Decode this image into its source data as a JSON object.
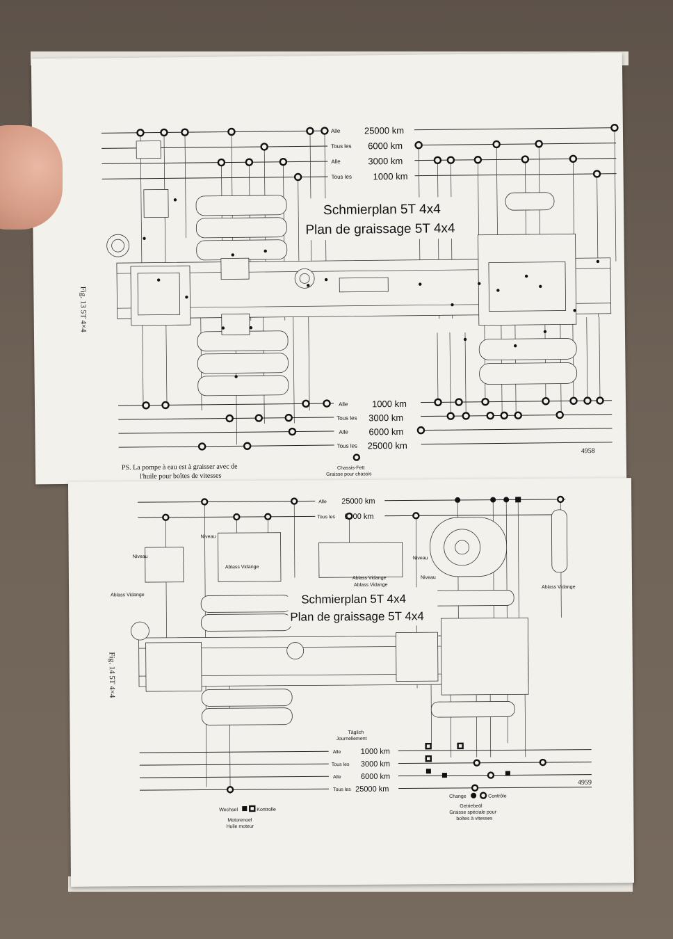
{
  "top_page": {
    "title_de": "Schmierplan 5T 4x4",
    "title_fr": "Plan de graissage 5T 4x4",
    "fig_label": "Fig. 13   5T 4×4",
    "page_number": "4958",
    "upper_intervals": [
      {
        "prefix": "Alle",
        "value": "25000 km"
      },
      {
        "prefix": "Tous les",
        "value": "6000 km"
      },
      {
        "prefix": "Alle",
        "value": "3000 km"
      },
      {
        "prefix": "Tous les",
        "value": "1000 km"
      }
    ],
    "lower_intervals": [
      {
        "prefix": "Alle",
        "value": "1000 km"
      },
      {
        "prefix": "Tous les",
        "value": "3000 km"
      },
      {
        "prefix": "Alle",
        "value": "6000 km"
      },
      {
        "prefix": "Tous les",
        "value": "25000 km"
      }
    ],
    "note_line1": "PS. La pompe à eau est à graisser avec de",
    "note_line2": "l'huile pour boîtes de vitesses",
    "legend_line1": "Chassis-Fett",
    "legend_line2": "Graisse pour chassis"
  },
  "bottom_page": {
    "title_de": "Schmierplan 5T 4x4",
    "title_fr": "Plan de graissage 5T 4x4",
    "fig_label": "Fig. 14   5T 4×4",
    "page_number": "4959",
    "upper_intervals": [
      {
        "prefix": "Alle",
        "value": "25000 km"
      },
      {
        "prefix": "Tous les",
        "value": "6000 km"
      }
    ],
    "daily_line1": "Täglich",
    "daily_line2": "Journellement",
    "lower_intervals": [
      {
        "prefix": "Alle",
        "value": "1000 km"
      },
      {
        "prefix": "Tous les",
        "value": "3000 km"
      },
      {
        "prefix": "Alle",
        "value": "6000 km"
      },
      {
        "prefix": "Tous les",
        "value": "25000 km"
      }
    ],
    "callouts": {
      "niveau_1": "Niveau",
      "niveau_2": "Niveau",
      "niveau_3": "Niveau",
      "niveau_4": "Niveau",
      "ablass_1": "Ablass  Vidange",
      "ablass_2": "Ablass  Vidange",
      "ablass_3": "Ablass  Vidange",
      "ablass_4": "Ablass  Vidange",
      "ablass_5": "Ablass  Vidange"
    },
    "legend_left": {
      "wechsel": "Wechsel",
      "kontrolle": "Kontrolle",
      "line1": "Motorenoel",
      "line2": "Huile moteur"
    },
    "legend_right": {
      "change": "Change",
      "controle": "Contrôle",
      "line1": "Getriebeöl",
      "line2": "Graisse spéciale pour",
      "line3": "boîtes à vitesses"
    }
  }
}
